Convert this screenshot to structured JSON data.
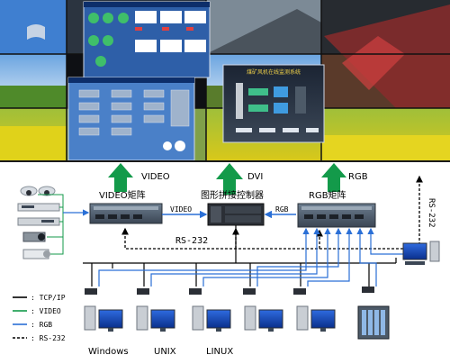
{
  "labels": {
    "video_top": "VIDEO",
    "dvi_top": "DVI",
    "rgb_top": "RGB",
    "video_matrix": "VIDEO矩阵",
    "controller": "图形拼接控制器",
    "rgb_matrix": "RGB矩阵",
    "video_link": "VIDEO",
    "rgb_link": "RGB",
    "rs232_mid": "RS-232",
    "rs232_side": "RS-232",
    "os_windows": "Windows",
    "os_unix": "UNIX",
    "os_linux": "LINUX",
    "control_title": "煤矿风机在线监测系统"
  },
  "legend": [
    {
      "label": ": TCP/IP",
      "style": "tcpip"
    },
    {
      "label": ": VIDEO",
      "style": "video"
    },
    {
      "label": ": RGB",
      "style": "rgb"
    },
    {
      "label": ": RS-232",
      "style": "rs232"
    }
  ],
  "colors": {
    "arrow_green": "#139a4a",
    "rgb_blue": "#2a6fd6",
    "tcpip_black": "#000000"
  }
}
